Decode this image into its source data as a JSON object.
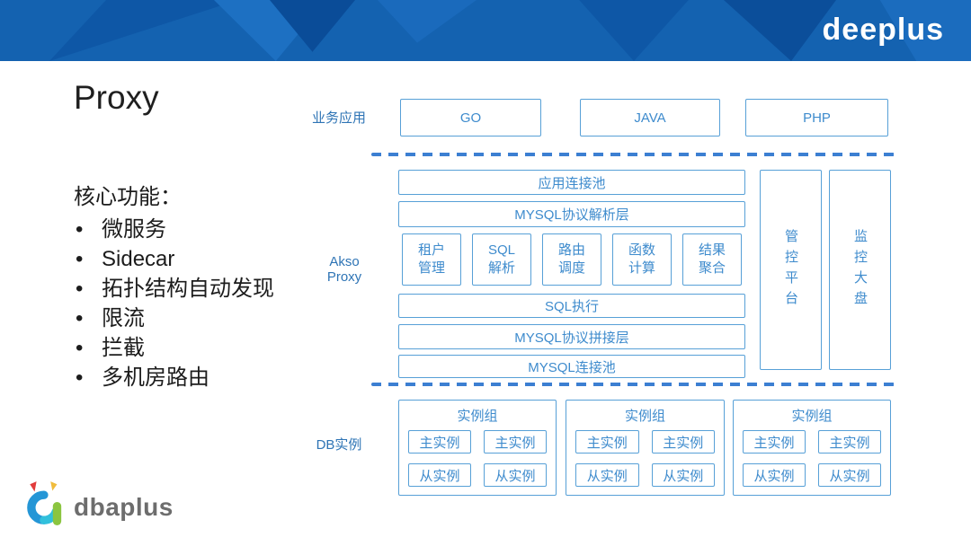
{
  "header": {
    "logo_text": "deeplus",
    "bg_color": "#1462b0"
  },
  "title": "Proxy",
  "core": {
    "heading": "核心功能：",
    "items": [
      "微服务",
      "Sidecar",
      "拓扑结构自动发现",
      "限流",
      "拦截",
      "多机房路由"
    ]
  },
  "diagram": {
    "colors": {
      "box_border": "#57a0d7",
      "box_text": "#3e8bcd",
      "label_text": "#2e74b5",
      "dashed_line": "#3c7fd2"
    },
    "business_apps": {
      "label": "业务应用",
      "boxes": [
        "GO",
        "JAVA",
        "PHP"
      ]
    },
    "akso_proxy": {
      "label_lines": [
        "Akso",
        "Proxy"
      ],
      "upper_layers": [
        "应用连接池",
        "MYSQL协议解析层"
      ],
      "features": [
        "租户\n管理",
        "SQL\n解析",
        "路由\n调度",
        "函数\n计算",
        "结果\n聚合"
      ],
      "lower_layers": [
        "SQL执行",
        "MYSQL协议拼接层",
        "MYSQL连接池"
      ],
      "side_panels": [
        "管控平台",
        "监控大盘"
      ]
    },
    "db": {
      "label": "DB实例",
      "groups": [
        {
          "title": "实例组",
          "cells": [
            "主实例",
            "主实例",
            "从实例",
            "从实例"
          ]
        },
        {
          "title": "实例组",
          "cells": [
            "主实例",
            "主实例",
            "从实例",
            "从实例"
          ]
        },
        {
          "title": "实例组",
          "cells": [
            "主实例",
            "主实例",
            "从实例",
            "从实例"
          ]
        }
      ]
    }
  },
  "footer": {
    "logo_text": "dbaplus"
  }
}
